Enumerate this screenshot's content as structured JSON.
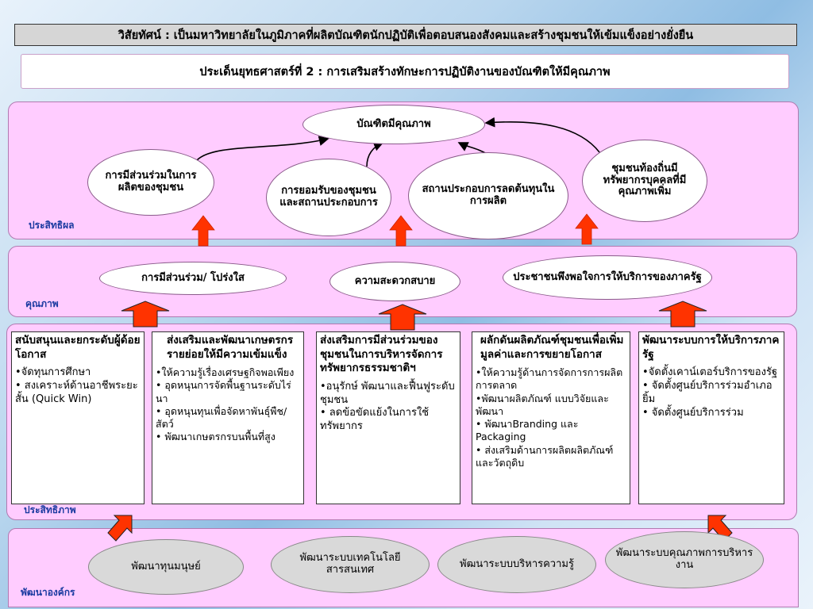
{
  "vision": "วิสัยทัศน์ : เป็นมหาวิทยาลัยในภูมิภาคที่ผลิตบัณฑิตนักปฏิบัติเพื่อตอบสนองสังคมและสร้างชุมชนให้เข้มแข็งอย่างยั่งยืน",
  "strategy": "ประเด็นยุทธศาสตร์ที่ 2 : การเสริมสร้างทักษะการปฏิบัติงานของบัณฑิตให้มีคุณภาพ",
  "effectiveness": {
    "label": "ประสิทธิผล",
    "goal": "บัณฑิตมีคุณภาพ",
    "items": [
      "การมีส่วนร่วมในการผลิตของชุมชน",
      "การยอมรับของชุมชนและสถานประกอบการ",
      "สถานประกอบการลดต้นทุนในการผลิต",
      "ชุมชนท้องถิ่นมีทรัพยากรบุคคลที่มีคุณภาพเพิ่ม"
    ]
  },
  "quality": {
    "label": "คุณภาพ",
    "items": [
      "การมีส่วนร่วม/ โปร่งใส",
      "ความสะดวกสบาย",
      "ประชาชนพึงพอใจการให้บริการของภาครัฐ"
    ]
  },
  "efficiency": {
    "label": "ประสิทธิภาพ",
    "boxes": [
      {
        "title": "สนับสนุนและยกระดับผู้ด้อยโอกาส",
        "items": [
          "•จัดทุนการศึกษา",
          "• สงเคราะห์ด้านอาชีพระยะสั้น (Quick Win)"
        ]
      },
      {
        "title": "ส่งเสริมและพัฒนาเกษตรกรรายย่อยให้มีความเข้มแข็ง",
        "items": [
          "•ให้ความรู้เรื่องเศรษฐกิจพอเพียง",
          "• อุดหนุนการจัดพื้นฐานระดับไร่นา",
          "• อุดหนุนทุนเพื่อจัดหาพันธุ์พืช/สัตว์",
          "• พัฒนาเกษตรกรบนพื้นที่สูง"
        ]
      },
      {
        "title": "ส่งเสริมการมีส่วนร่วมของชุมชนในการบริหารจัดการทรัพยากรธรรมชาติฯ",
        "items": [
          "•อนุรักษ์ พัฒนาและฟื้นฟูระดับชุมชน",
          "• ลดข้อขัดแย้งในการใช้ทรัพยากร"
        ]
      },
      {
        "title": "ผลักดันผลิตภัณฑ์ชุมชนเพื่อเพิ่มมูลค่าและการขยายโอกาส",
        "items": [
          "•ให้ความรู้ด้านการจัดการการผลิต การตลาด",
          "•พัฒนาผลิตภัณฑ์ แบบวิจัยและพัฒนา",
          "• พัฒนาBranding และ Packaging",
          "• ส่งเสริมด้านการผลิตผลิตภัณฑ์และวัตถุดิบ"
        ]
      },
      {
        "title": "พัฒนาระบบการให้บริการภาครัฐ",
        "items": [
          "•จัดตั้งเคาน์เตอร์บริการของรัฐ",
          "• จัดตั้งศูนย์บริการร่วมอำเภอยิ้ม",
          "• จัดตั้งศูนย์บริการร่วม"
        ]
      }
    ]
  },
  "organization": {
    "label": "พัฒนาองค์กร",
    "items": [
      "พัฒนาทุนมนุษย์",
      "พัฒนาระบบเทคโนโลยีสารสนเทศ",
      "พัฒนาระบบบริหารความรู้",
      "พัฒนาระบบคุณภาพการบริหารงาน"
    ]
  },
  "colors": {
    "panel": "#ffccff",
    "arrow": "#ff3300",
    "label": "#1a3aa0"
  }
}
